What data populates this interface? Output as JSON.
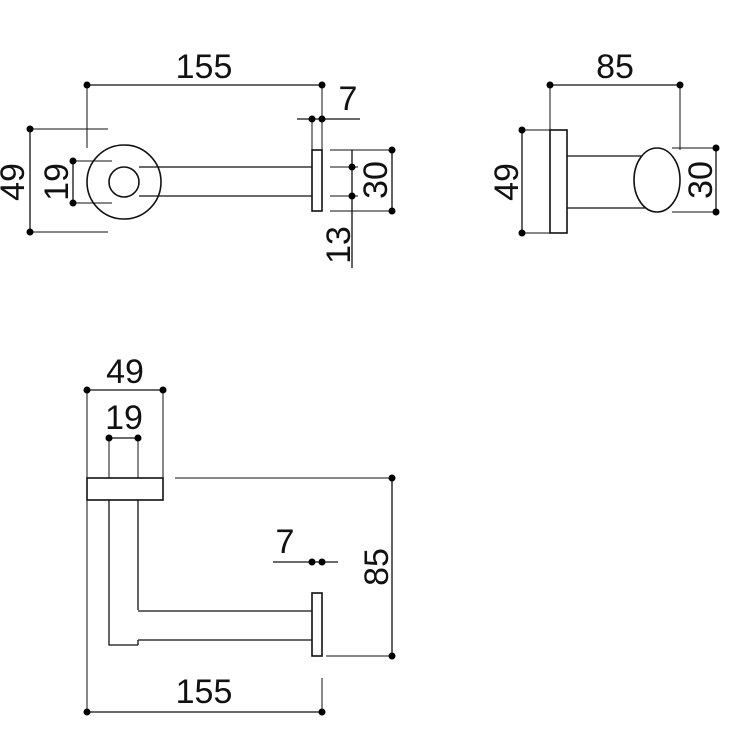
{
  "views": {
    "front": {
      "overall_length": "155",
      "plate_thickness": "7",
      "rosette_diameter": "49",
      "arm_diameter": "19",
      "end_plate_height": "30",
      "end_offset": "13"
    },
    "side": {
      "projection": "85",
      "rosette_diameter": "49",
      "end_plate_height": "30"
    },
    "top": {
      "rosette_diameter": "49",
      "arm_diameter": "19",
      "plate_thickness": "7",
      "projection": "85",
      "overall_length": "155"
    }
  },
  "colors": {
    "line": "#111111",
    "background": "#ffffff"
  }
}
